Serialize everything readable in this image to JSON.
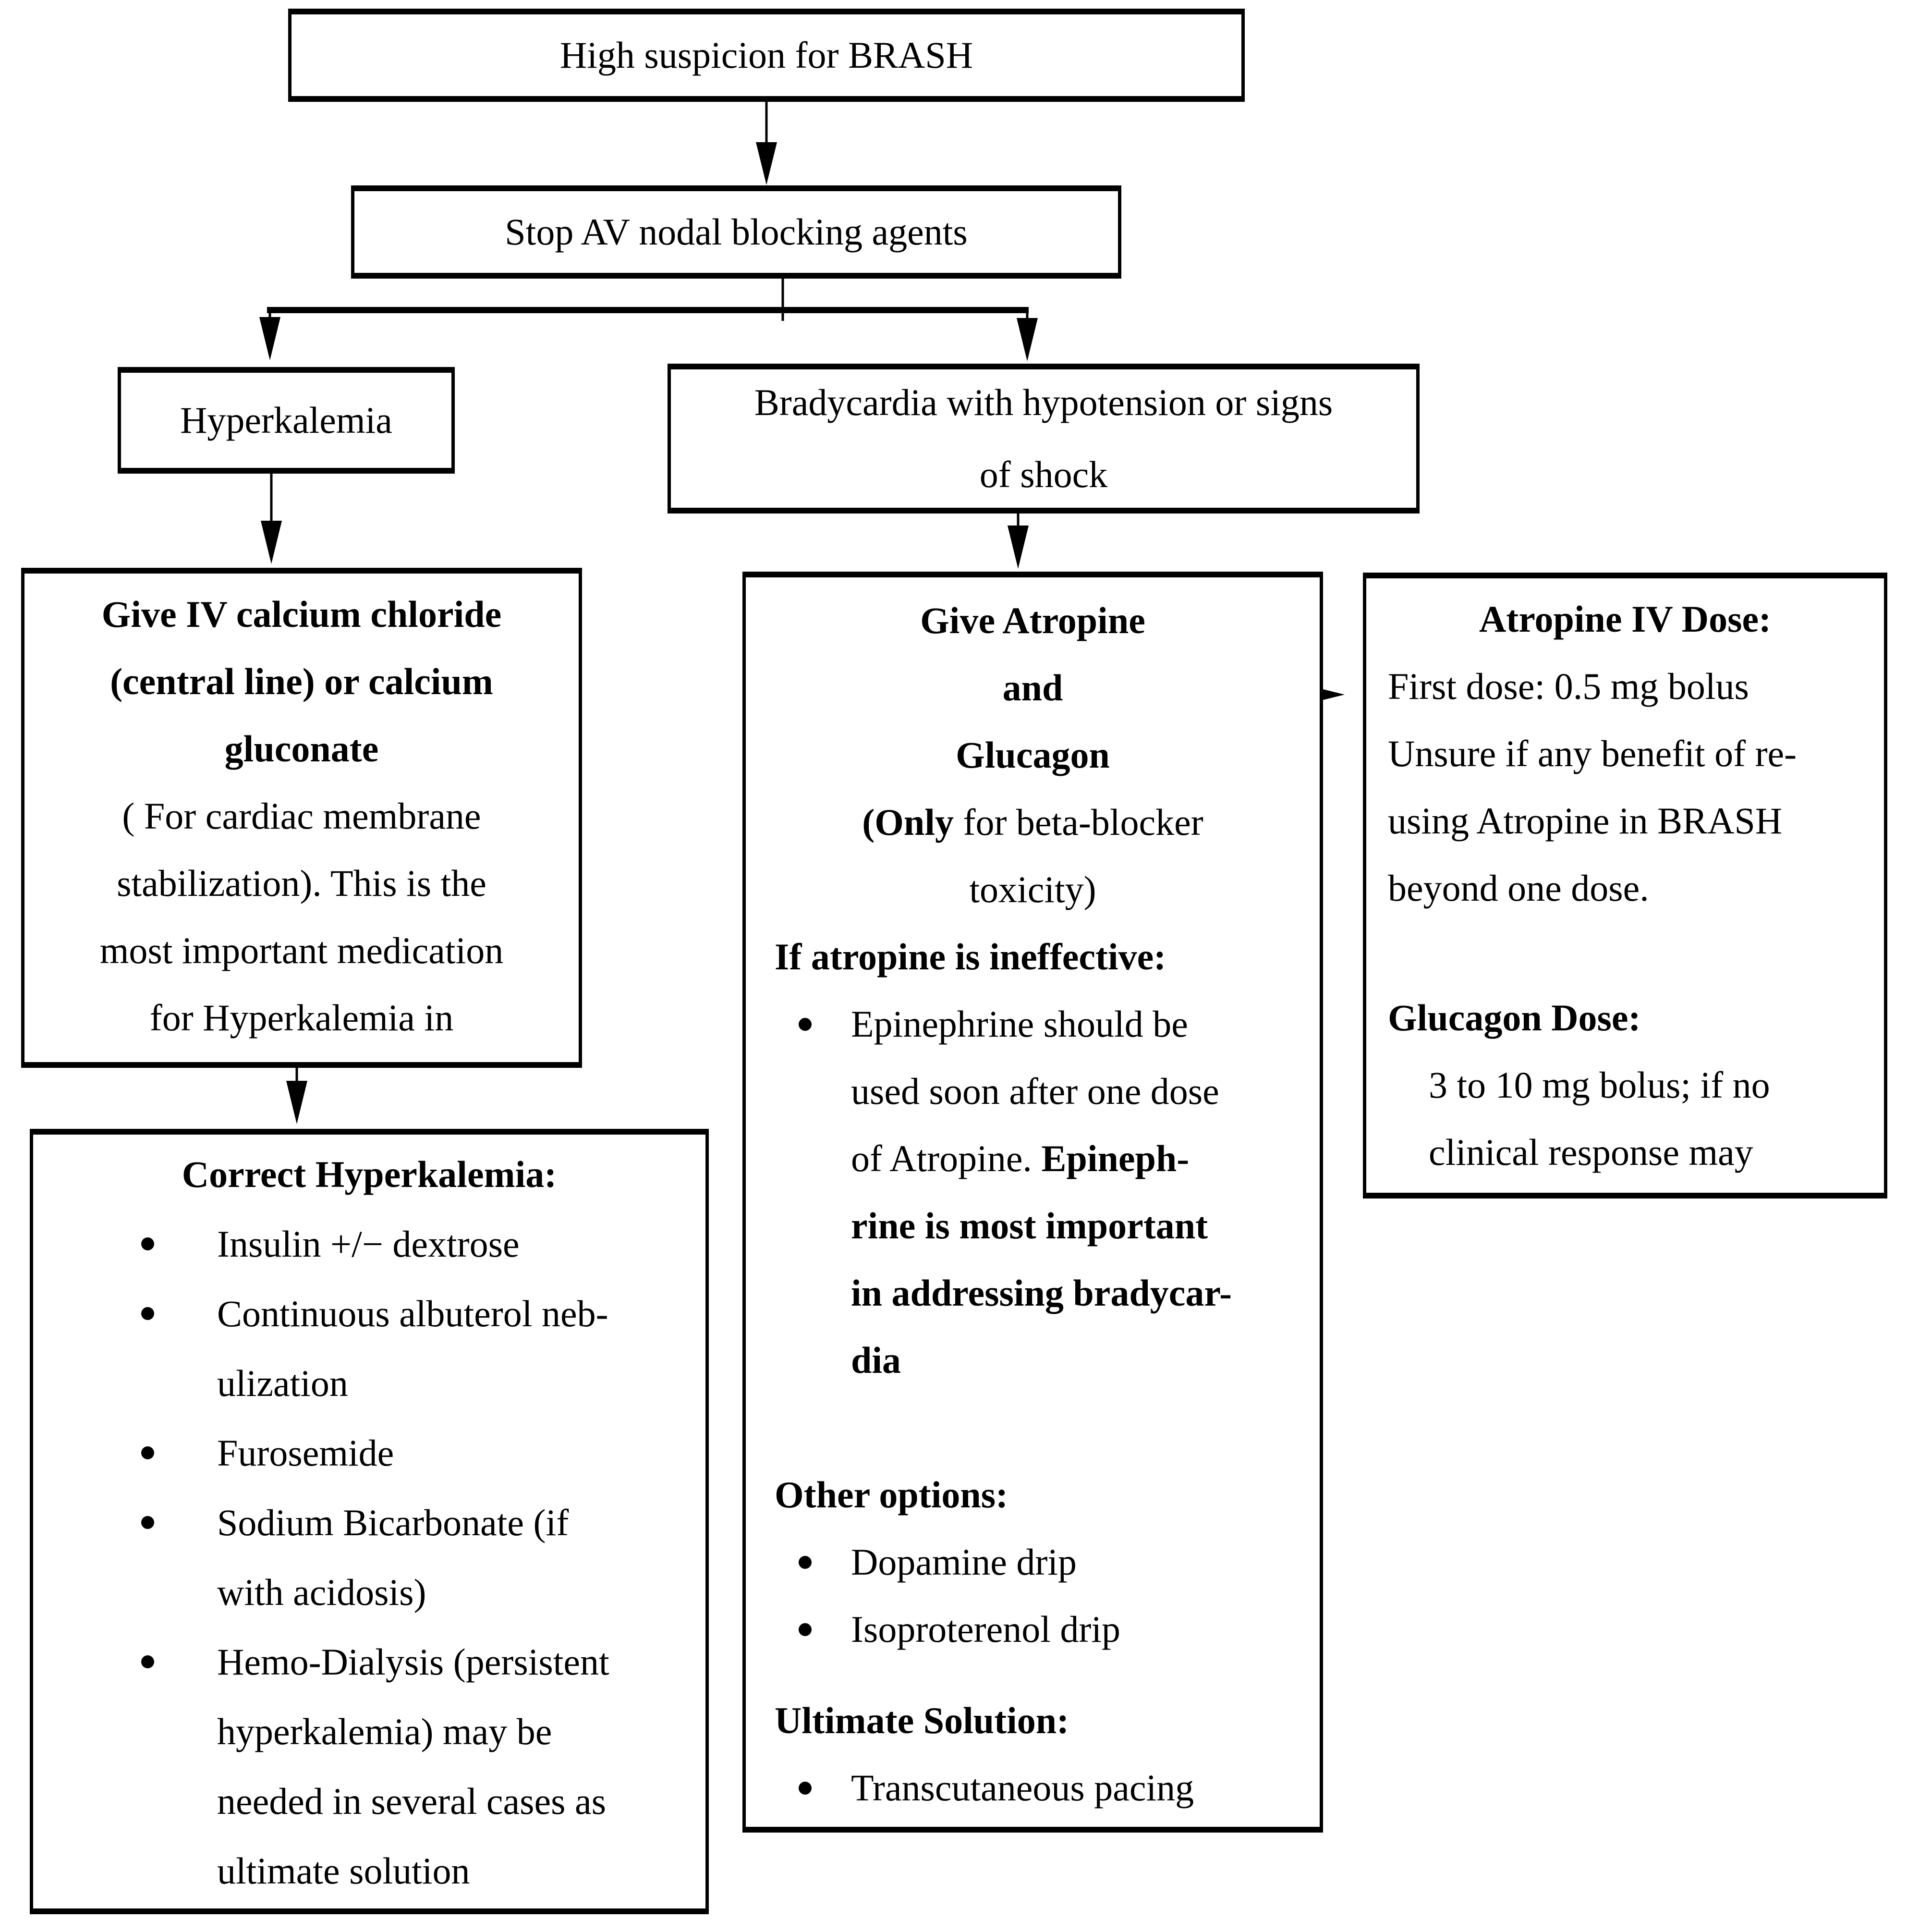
{
  "colors": {
    "ink": "#000000",
    "paper": "#ffffff"
  },
  "boxes": {
    "top": {
      "text": "High suspicion for BRASH"
    },
    "stop": {
      "text": "Stop AV nodal blocking agents"
    },
    "hyper": {
      "text": "Hyperkalemia"
    },
    "brady": {
      "lines": [
        "Bradycardia with hypotension or signs",
        "of shock"
      ]
    },
    "calcium": {
      "bold_lines": [
        "Give IV calcium chloride",
        "(central line) or calcium",
        "gluconate"
      ],
      "regular_lines": [
        "( For cardiac membrane",
        "stabilization). This is the",
        "most important medication",
        "for Hyperkalemia in"
      ]
    },
    "correct": {
      "title": "Correct Hyperkalemia:",
      "bullets": [
        {
          "lines": [
            "Insulin +/− dextrose"
          ]
        },
        {
          "lines": [
            "Continuous albuterol neb-",
            "ulization"
          ]
        },
        {
          "lines": [
            "Furosemide"
          ]
        },
        {
          "lines": [
            "Sodium Bicarbonate (if",
            "with acidosis)"
          ]
        },
        {
          "lines": [
            "Hemo-Dialysis (persistent",
            "hyperkalemia) may be",
            "needed in several cases as",
            "ultimate solution"
          ]
        }
      ]
    },
    "middle": {
      "heading_lines": [
        "Give Atropine",
        "and",
        "Glucagon"
      ],
      "only_line": {
        "bold": "(Only",
        "rest": " for beta-blocker"
      },
      "toxicity_line": "toxicity)",
      "if_atropine_heading": "If atropine is ineffective:",
      "epinephrine_bullet": {
        "regular_lines": [
          "Epinephrine should be",
          "used soon after one dose"
        ],
        "mixed_line": {
          "regular": "of Atropine. ",
          "bold": "Epineph-"
        },
        "bold_lines": [
          "rine is most important",
          "in addressing bradycar-",
          "dia"
        ]
      },
      "other_options_heading": "Other options:",
      "other_bullets": [
        "Dopamine drip",
        "Isoproterenol drip"
      ],
      "ultimate_heading": "Ultimate Solution:",
      "ultimate_bullets": [
        "Transcutaneous pacing"
      ]
    },
    "atropine_dose": {
      "title": "Atropine IV Dose:",
      "lines": [
        "First dose: 0.5 mg bolus",
        "Unsure if any benefit of re-",
        "using Atropine in BRASH",
        "beyond one dose."
      ],
      "glucagon_title": "Glucagon Dose:",
      "glucagon_lines": [
        "3 to 10 mg bolus; if no",
        "clinical response may"
      ]
    }
  }
}
